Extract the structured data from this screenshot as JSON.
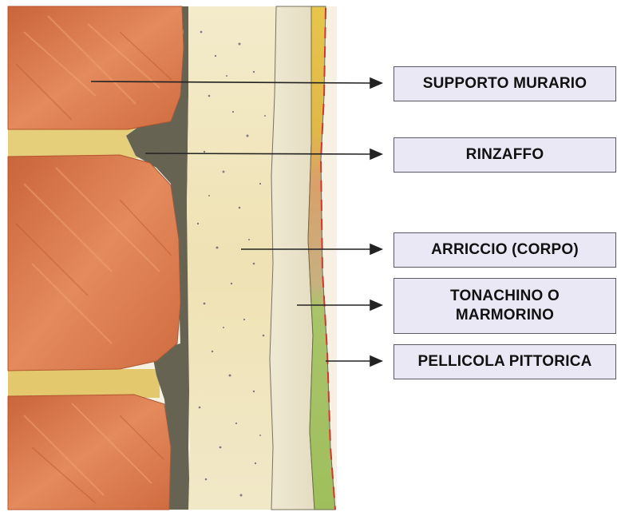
{
  "diagram": {
    "layers": [
      {
        "id": "supporto",
        "lines": [
          "SUPPORTO MURARIO"
        ]
      },
      {
        "id": "rinzaffo",
        "lines": [
          "RINZAFFO"
        ]
      },
      {
        "id": "arriccio",
        "lines": [
          "ARRICCIO (CORPO)"
        ]
      },
      {
        "id": "tonachino",
        "lines": [
          "TONACHINO O",
          "MARMORINO"
        ]
      },
      {
        "id": "pellicola",
        "lines": [
          "PELLICOLA PITTORICA"
        ]
      }
    ],
    "colors": {
      "brick": "#d9774a",
      "brick_light": "#e8956a",
      "mortar_joint": "#e6cf7a",
      "rinzaffo": "#6a6656",
      "arriccio": "#f1e6c0",
      "tonachino": "#ece6cf",
      "paint_yellow": "#e2c24a",
      "paint_green": "#a9c46a",
      "red_dash": "#d2362a",
      "label_bg": "#e9e8f4",
      "label_border": "#5a5a66",
      "arrow": "#222222"
    }
  }
}
